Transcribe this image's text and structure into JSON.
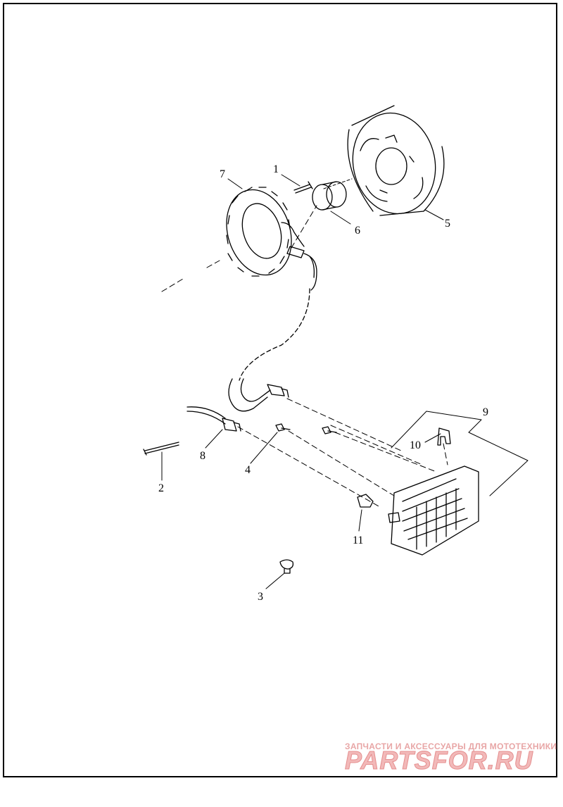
{
  "diagram": {
    "callouts": [
      {
        "id": "1",
        "label": "1"
      },
      {
        "id": "2",
        "label": "2"
      },
      {
        "id": "3",
        "label": "3"
      },
      {
        "id": "4",
        "label": "4"
      },
      {
        "id": "5",
        "label": "5"
      },
      {
        "id": "6",
        "label": "6"
      },
      {
        "id": "7",
        "label": "7"
      },
      {
        "id": "8",
        "label": "8"
      },
      {
        "id": "9",
        "label": "9"
      },
      {
        "id": "10",
        "label": "10"
      },
      {
        "id": "11",
        "label": "11"
      }
    ]
  },
  "watermark": {
    "tagline": "ЗАПЧАСТИ И АКСЕССУАРЫ ДЛЯ МОТОТЕХНИКИ",
    "logo": "PARTSFOR.RU",
    "color": "#e58f8f"
  }
}
